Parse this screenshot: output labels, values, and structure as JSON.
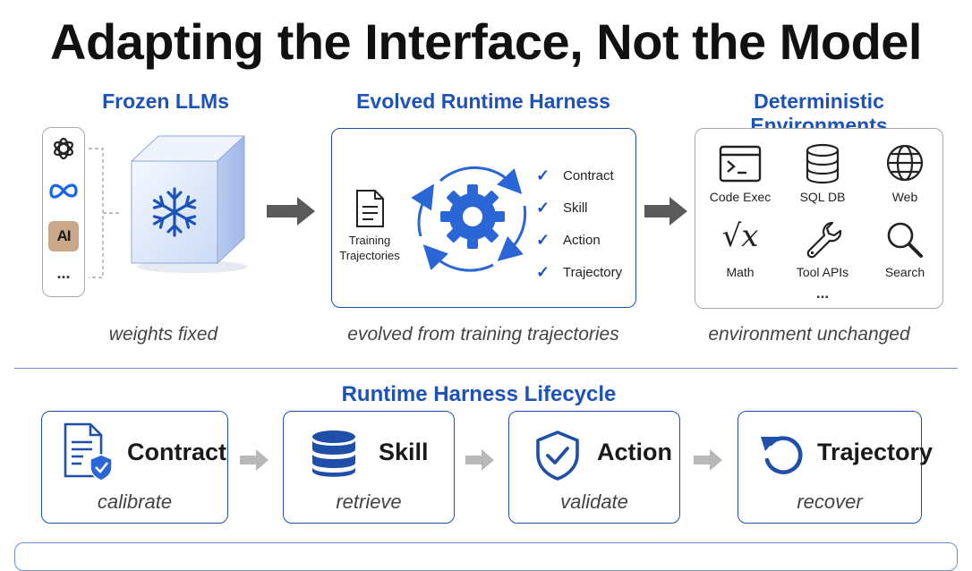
{
  "title": "Adapting the Interface, Not the Model",
  "columns": {
    "llms": {
      "heading": "Frozen LLMs",
      "caption": "weights fixed",
      "logos": [
        "openai-logo",
        "meta-logo",
        "anthropic-logo"
      ],
      "anthropic_text": "AI",
      "more": "..."
    },
    "harness": {
      "heading": "Evolved Runtime Harness",
      "caption": "evolved from training trajectories",
      "doc_label_line1": "Training",
      "doc_label_line2": "Trajectories",
      "checks": [
        "Contract",
        "Skill",
        "Action",
        "Trajectory"
      ]
    },
    "envs": {
      "heading": "Deterministic Environments",
      "caption": "environment unchanged",
      "items": [
        {
          "label": "Code Exec",
          "icon": "terminal-icon"
        },
        {
          "label": "SQL DB",
          "icon": "database-icon"
        },
        {
          "label": "Web",
          "icon": "globe-icon"
        },
        {
          "label": "Math",
          "icon": "sqrt-x-icon"
        },
        {
          "label": "Tool APIs",
          "icon": "wrench-icon"
        },
        {
          "label": "Search",
          "icon": "magnifier-icon"
        }
      ],
      "more": "...",
      "math_symbol": "√x"
    }
  },
  "lifecycle": {
    "heading": "Runtime Harness Lifecycle",
    "stages": [
      {
        "name": "Contract",
        "verb": "calibrate",
        "icon": "contract-shield-icon"
      },
      {
        "name": "Skill",
        "verb": "retrieve",
        "icon": "database-icon"
      },
      {
        "name": "Action",
        "verb": "validate",
        "icon": "shield-check-icon"
      },
      {
        "name": "Trajectory",
        "verb": "recover",
        "icon": "undo-arrow-icon"
      }
    ]
  },
  "colors": {
    "accent": "#1d52b8",
    "accent_dark": "#1f4fa8",
    "arrow_gray": "#5a5a5a",
    "arrow_light": "#b8b8b8"
  }
}
